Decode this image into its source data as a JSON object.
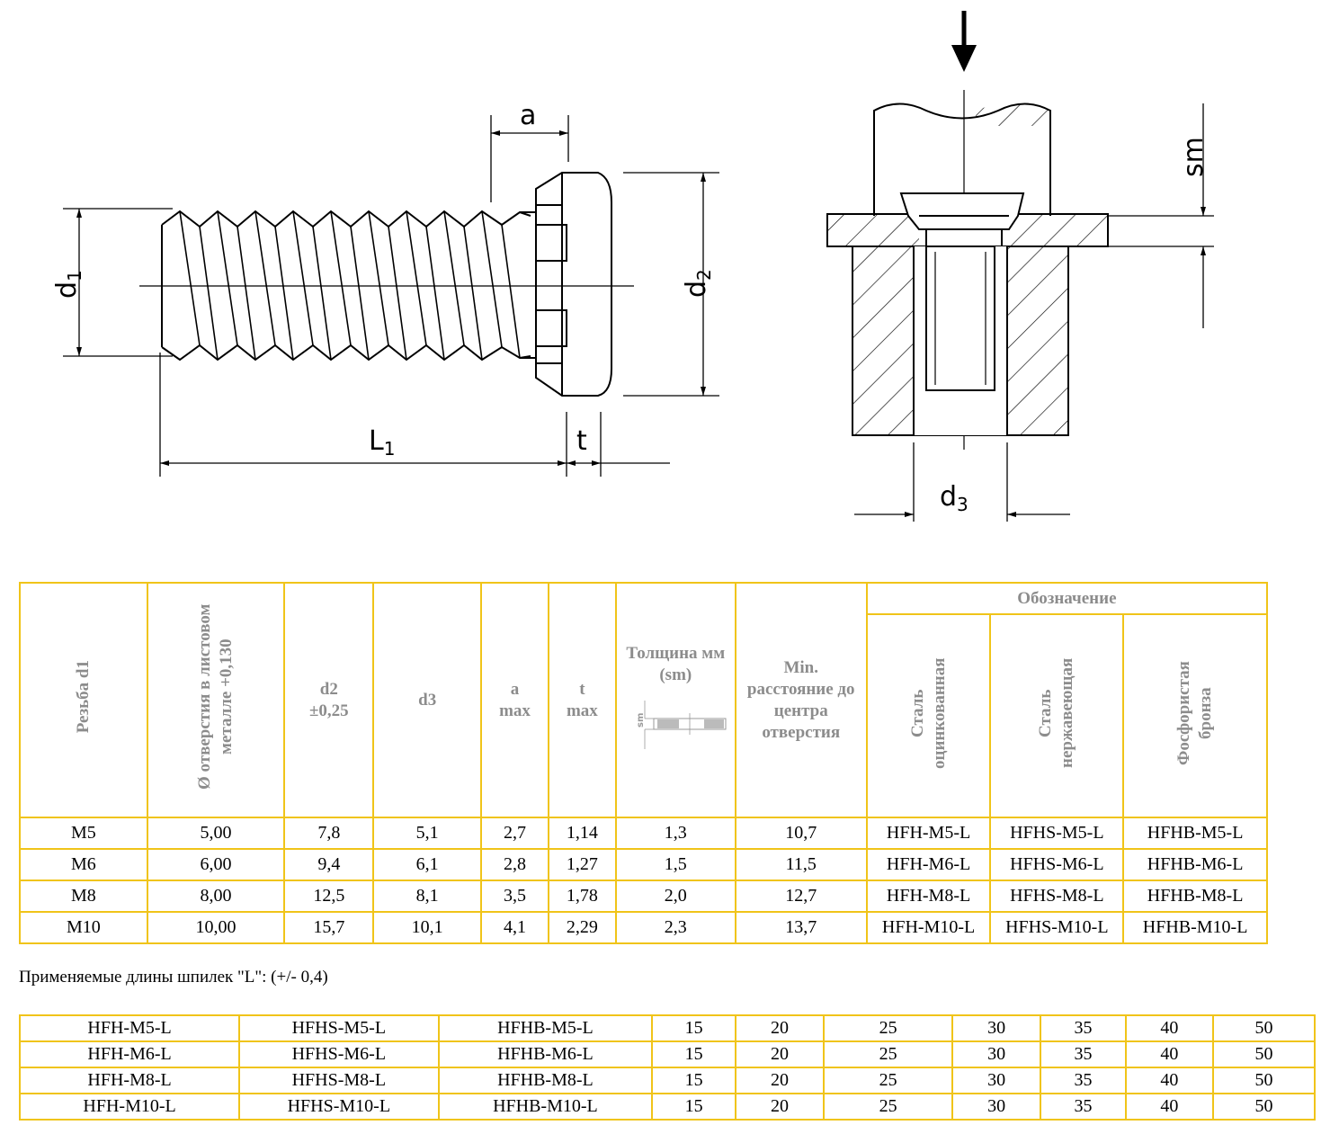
{
  "drawing": {
    "labels": {
      "a": "a",
      "d1_base": "d",
      "d1_sub": "1",
      "d2_base": "d",
      "d2_sub": "2",
      "L1_base": "L",
      "L1_sub": "1",
      "t": "t",
      "sm": "sm",
      "d3_base": "d",
      "d3_sub": "3"
    }
  },
  "spec_table": {
    "headers": {
      "thread": "Резьба d1",
      "hole": "Ø отверстия в листовом металле +0,130",
      "d2": "d2 ±0,25",
      "d3": "d3",
      "a": "a max",
      "t": "t max",
      "thickness": "Толщина мм (sm)",
      "thickness_icon_label": "sm",
      "min_distance": "Min. расстояние до центра отверстия",
      "designation": "Обозначение",
      "steel_zinc": "Сталь оцинкованная",
      "steel_stainless": "Сталь нержавеющая",
      "bronze": "Фосфористая бронза"
    },
    "rows": [
      [
        "M5",
        "5,00",
        "7,8",
        "5,1",
        "2,7",
        "1,14",
        "1,3",
        "10,7",
        "HFH-M5-L",
        "HFHS-M5-L",
        "HFHB-M5-L"
      ],
      [
        "M6",
        "6,00",
        "9,4",
        "6,1",
        "2,8",
        "1,27",
        "1,5",
        "11,5",
        "HFH-M6-L",
        "HFHS-M6-L",
        "HFHB-M6-L"
      ],
      [
        "M8",
        "8,00",
        "12,5",
        "8,1",
        "3,5",
        "1,78",
        "2,0",
        "12,7",
        "HFH-M8-L",
        "HFHS-M8-L",
        "HFHB-M8-L"
      ],
      [
        "M10",
        "10,00",
        "15,7",
        "10,1",
        "4,1",
        "2,29",
        "2,3",
        "13,7",
        "HFH-M10-L",
        "HFHS-M10-L",
        "HFHB-M10-L"
      ]
    ]
  },
  "lengths_title": "Применяемые длины шпилек \"L\": (+/- 0,4)",
  "lengths_table": [
    [
      "HFH-M5-L",
      "HFHS-M5-L",
      "HFHB-M5-L",
      "15",
      "20",
      "25",
      "30",
      "35",
      "40",
      "50"
    ],
    [
      "HFH-M6-L",
      "HFHS-M6-L",
      "HFHB-M6-L",
      "15",
      "20",
      "25",
      "30",
      "35",
      "40",
      "50"
    ],
    [
      "HFH-M8-L",
      "HFHS-M8-L",
      "HFHB-M8-L",
      "15",
      "20",
      "25",
      "30",
      "35",
      "40",
      "50"
    ],
    [
      "HFH-M10-L",
      "HFHS-M10-L",
      "HFHB-M10-L",
      "15",
      "20",
      "25",
      "30",
      "35",
      "40",
      "50"
    ]
  ],
  "colors": {
    "table_border": "#f0c419",
    "header_text": "#8c8c8c"
  }
}
